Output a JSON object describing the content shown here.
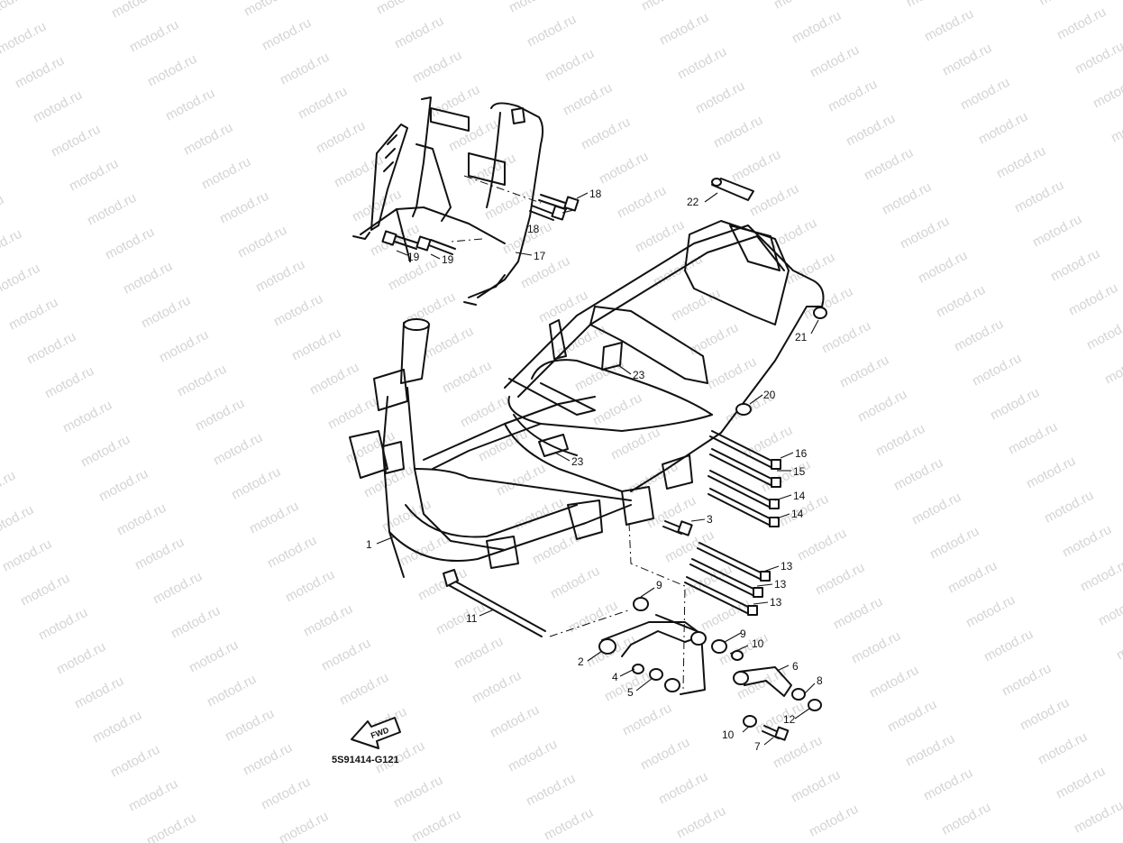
{
  "watermark": {
    "text": "motod.ru"
  },
  "diagram": {
    "code": "5S91414-G121",
    "fwd_label": "FWD",
    "callouts": [
      "1",
      "2",
      "3",
      "4",
      "5",
      "6",
      "7",
      "8",
      "9",
      "9",
      "10",
      "10",
      "11",
      "12",
      "13",
      "13",
      "13",
      "14",
      "14",
      "15",
      "16",
      "17",
      "18",
      "18",
      "19",
      "19",
      "20",
      "21",
      "22",
      "23",
      "23"
    ]
  },
  "colors": {
    "line": "#111111",
    "watermark": "#d4d4d4",
    "background": "#ffffff"
  }
}
